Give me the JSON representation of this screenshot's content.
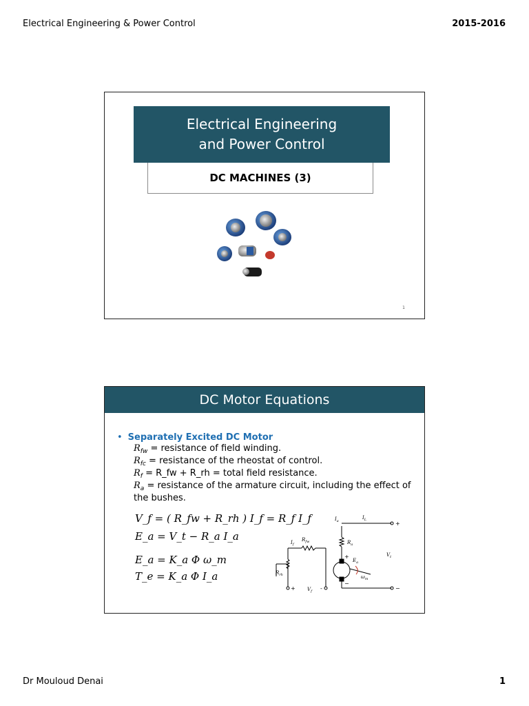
{
  "header": {
    "left": "Electrical Engineering & Power Control",
    "right": "2015-2016"
  },
  "footer": {
    "left": "Dr Mouloud Denai",
    "right": "1"
  },
  "slide1": {
    "title_line1": "Electrical Engineering",
    "title_line2": "and Power Control",
    "subtitle": "DC MACHINES (3)",
    "slide_number": "1"
  },
  "slide2": {
    "title": "DC Motor Equations",
    "bullet": "Separately Excited DC Motor",
    "definitions": [
      {
        "symbol": "R",
        "sub": "fw",
        "text": " = resistance of field winding."
      },
      {
        "symbol": "R",
        "sub": "fc",
        "text": " = resistance of the rheostat of control."
      },
      {
        "symbol": "R",
        "sub": "f",
        "text": " = R_fw + R_rh = total field resistance."
      },
      {
        "symbol": "R",
        "sub": "a",
        "text": " = resistance of the armature circuit, including the effect of"
      },
      {
        "symbol": "",
        "sub": "",
        "text": "the bushes."
      }
    ],
    "equations": {
      "eq1": "V_f = ( R_fw + R_rh ) I_f = R_f I_f",
      "eq2": "E_a = V_t − R_a I_a",
      "eq3": "E_a = K_a Φ ω_m",
      "eq4": "T_e = K_a Φ I_a"
    },
    "circuit_labels": {
      "Ia": "I",
      "Ia_sub": "a",
      "IL": "I",
      "IL_sub": "L",
      "Ra": "R",
      "Ra_sub": "a",
      "Vt": "V",
      "Vt_sub": "t",
      "If": "I",
      "If_sub": "f",
      "Rfw": "R",
      "Rfw_sub": "fw",
      "Rrh": "R",
      "Rrh_sub": "rh",
      "Vf": "V",
      "Vf_sub": "f",
      "Ea": "E",
      "Ea_sub": "a",
      "wm": "ω",
      "wm_sub": "m",
      "plus": "+",
      "minus": "−",
      "minus2": "-"
    }
  },
  "colors": {
    "banner": "#225566",
    "bullet": "#1f6fb2"
  }
}
